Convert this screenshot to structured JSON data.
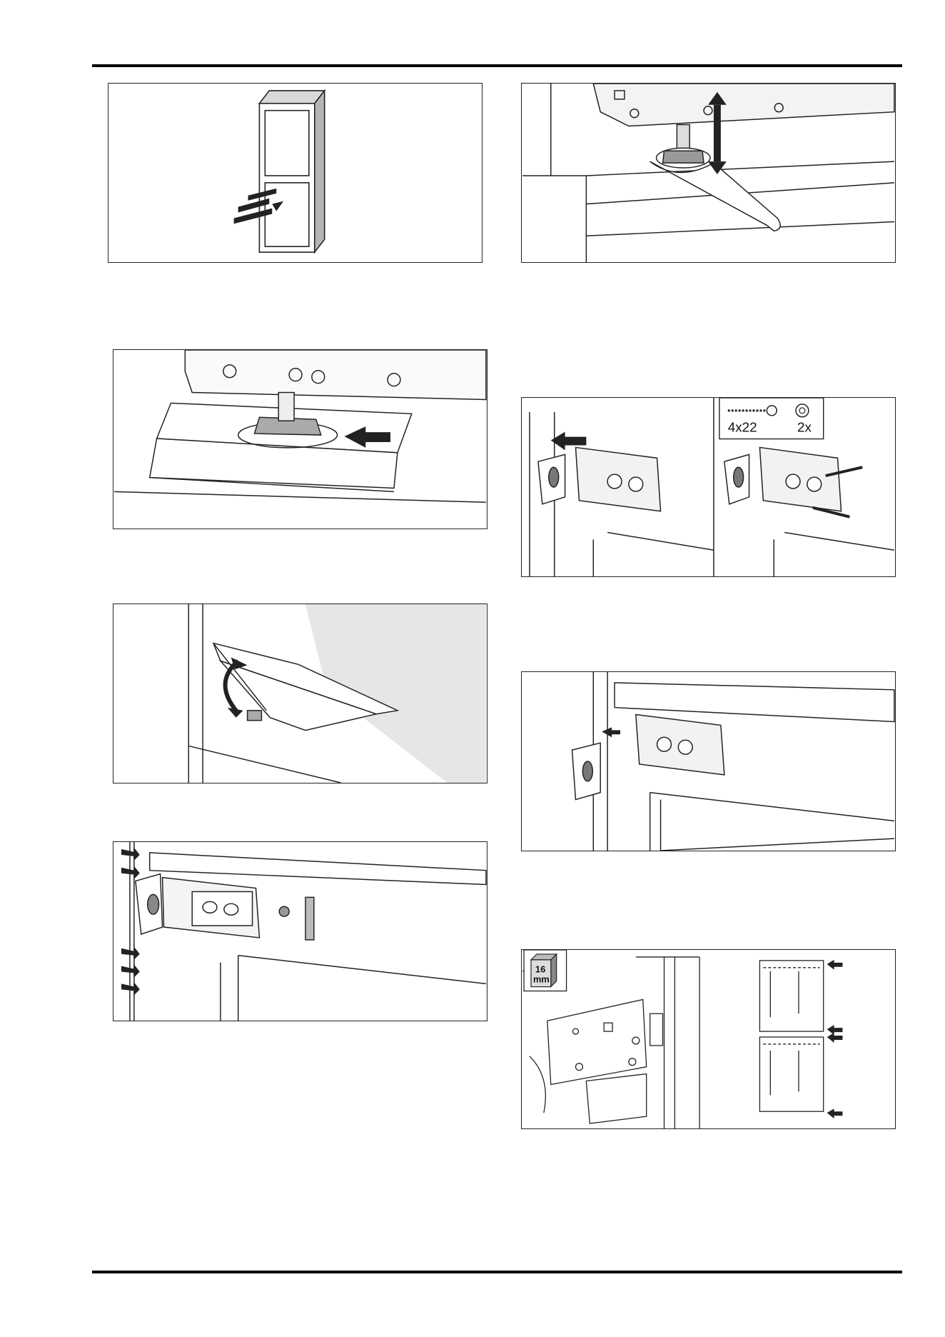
{
  "illustrations": {
    "screw_label": "4x22",
    "washer_label": "2x",
    "spacer_value": "16",
    "spacer_unit": "mm"
  }
}
